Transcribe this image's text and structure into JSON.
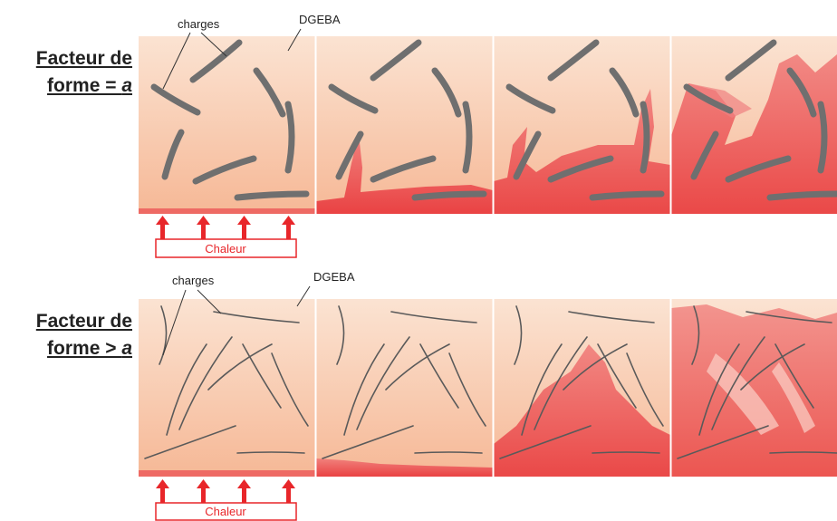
{
  "rows": [
    {
      "label_line1": "Facteur de",
      "label_line2_prefix": "forme = ",
      "label_line2_var": "a",
      "annotation_charges": "charges",
      "annotation_matrix": "DGEBA",
      "heat_label": "Chaleur"
    },
    {
      "label_line1": "Facteur de",
      "label_line2_prefix": "forme > ",
      "label_line2_var": "a",
      "annotation_charges": "charges",
      "annotation_matrix": "DGEBA",
      "heat_label": "Chaleur"
    }
  ],
  "colors": {
    "matrix_top": "#fbe3d2",
    "matrix_bottom": "#f6b896",
    "cured": "#ef4a4a",
    "cured_light": "#f07a78",
    "filler": "#6f6f6f",
    "heat_arrow": "#e8262a"
  }
}
